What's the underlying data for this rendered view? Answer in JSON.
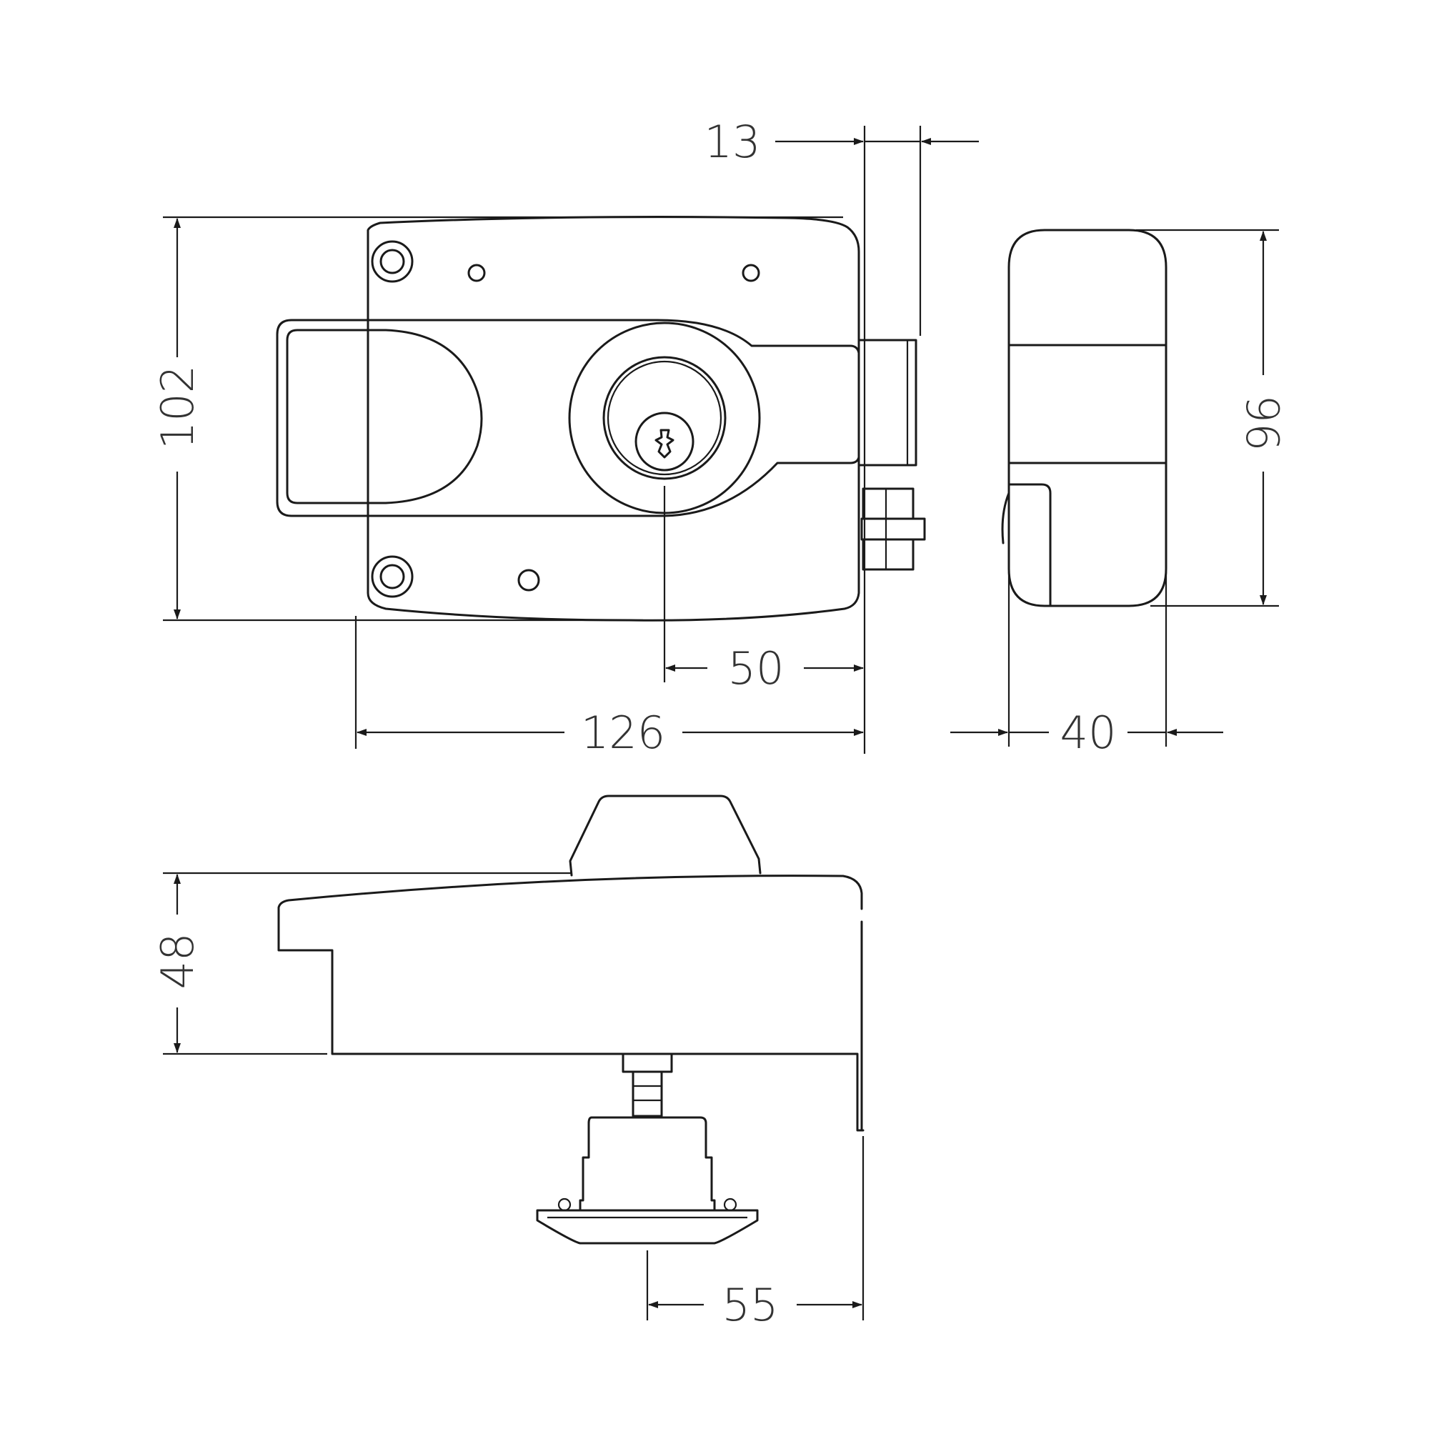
{
  "colors": {
    "stroke": "#1a1a1a",
    "text": "#333333",
    "background": "#ffffff"
  },
  "dimensions": {
    "bolt_offset": "13",
    "height": "102",
    "side_height": "96",
    "cylinder_offset": "50",
    "width": "126",
    "depth": "40",
    "body_depth": "48",
    "knob_offset": "55"
  }
}
